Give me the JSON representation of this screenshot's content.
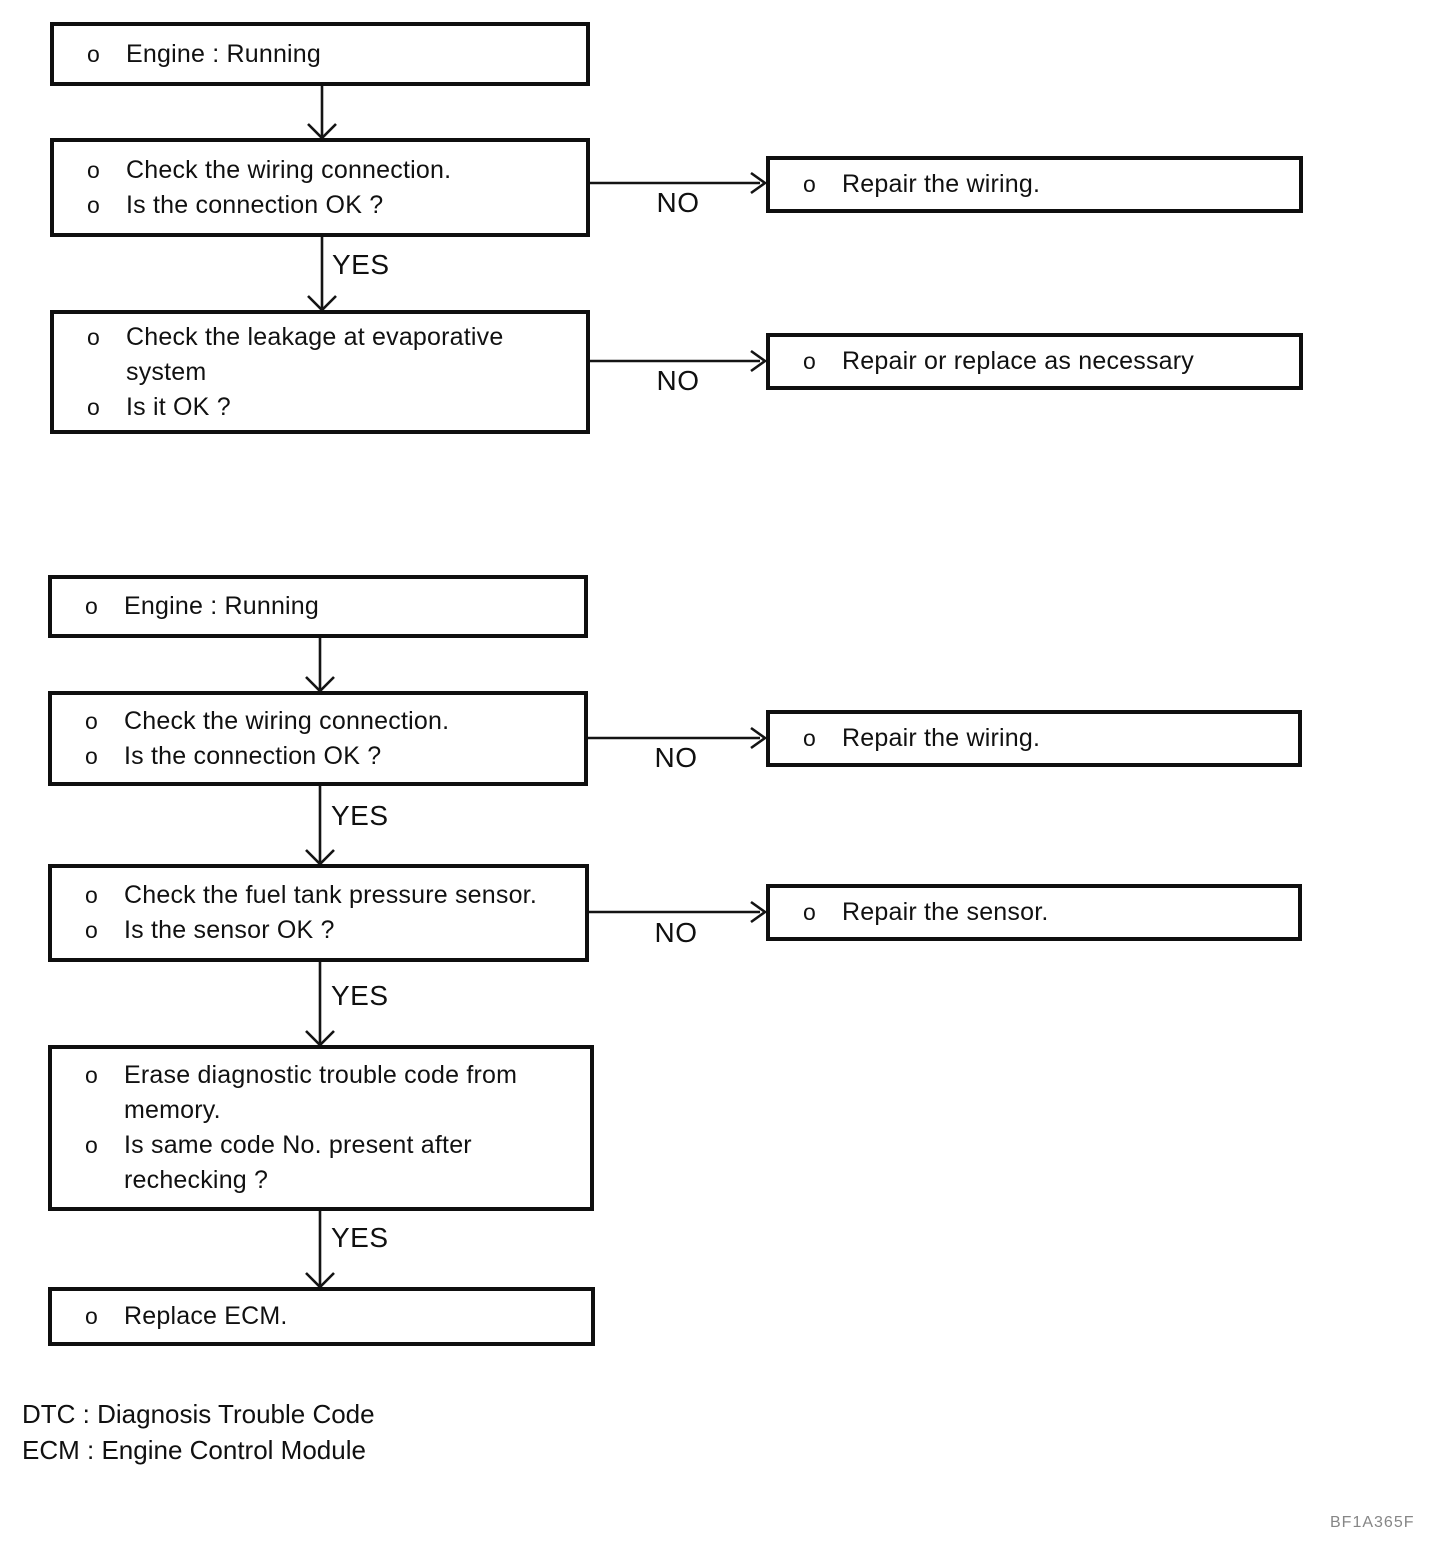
{
  "labels": {
    "yes": "YES",
    "no": "NO"
  },
  "boxes": {
    "f1_start": {
      "lines": [
        {
          "b": "o",
          "t": "Engine : Running"
        }
      ]
    },
    "f1_check_wiring": {
      "lines": [
        {
          "b": "o",
          "t": "Check the wiring connection."
        },
        {
          "b": "o",
          "t": "Is the connection OK ?"
        }
      ]
    },
    "f1_repair_wiring": {
      "lines": [
        {
          "b": "o",
          "t": "Repair the wiring."
        }
      ]
    },
    "f1_check_leakage": {
      "lines": [
        {
          "b": "o",
          "t": "Check the leakage at evaporative"
        },
        {
          "b": "",
          "t": "system"
        },
        {
          "b": "o",
          "t": "Is it OK ?"
        }
      ]
    },
    "f1_repair_replace": {
      "lines": [
        {
          "b": "o",
          "t": "Repair or replace as necessary"
        }
      ]
    },
    "f2_start": {
      "lines": [
        {
          "b": "o",
          "t": "Engine : Running"
        }
      ]
    },
    "f2_check_wiring": {
      "lines": [
        {
          "b": "o",
          "t": "Check the wiring connection."
        },
        {
          "b": "o",
          "t": "Is the connection OK ?"
        }
      ]
    },
    "f2_repair_wiring": {
      "lines": [
        {
          "b": "o",
          "t": "Repair the wiring."
        }
      ]
    },
    "f2_check_sensor": {
      "lines": [
        {
          "b": "o",
          "t": "Check the fuel tank pressure sensor."
        },
        {
          "b": "o",
          "t": "Is the sensor OK ?"
        }
      ]
    },
    "f2_repair_sensor": {
      "lines": [
        {
          "b": "o",
          "t": "Repair the sensor."
        }
      ]
    },
    "f2_erase_dtc": {
      "lines": [
        {
          "b": "o",
          "t": "Erase diagnostic trouble code from"
        },
        {
          "b": "",
          "t": "memory."
        },
        {
          "b": "o",
          "t": "Is same code No. present after"
        },
        {
          "b": "",
          "t": "rechecking ?"
        }
      ]
    },
    "f2_replace_ecm": {
      "lines": [
        {
          "b": "o",
          "t": "Replace ECM."
        }
      ]
    }
  },
  "legend": {
    "dtc": "DTC : Diagnosis Trouble Code",
    "ecm": "ECM : Engine Control Module"
  },
  "footer": {
    "code": "BF1A365F"
  }
}
